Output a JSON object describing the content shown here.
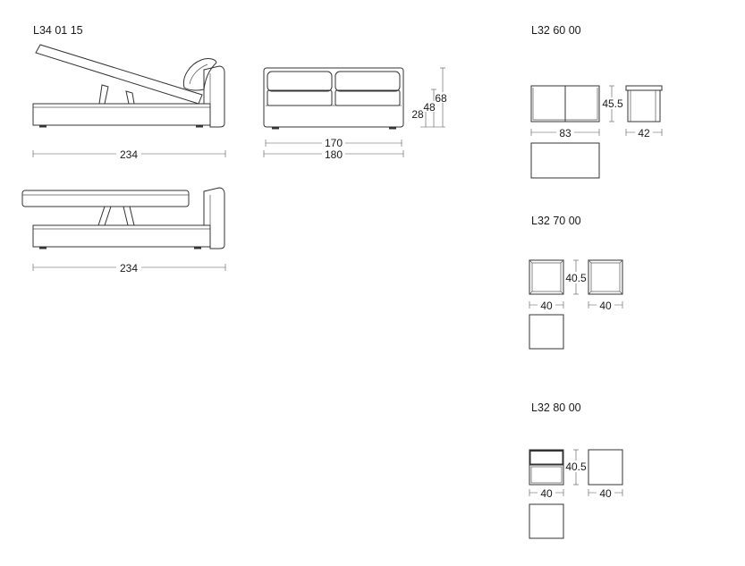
{
  "products": [
    {
      "code": "L34 01 15",
      "dims": {
        "bed_len_a": "234",
        "bed_len_b": "234",
        "inner_w": "170",
        "outer_w": "180",
        "seat_h": "28",
        "mid_h": "48",
        "back_h": "68"
      }
    },
    {
      "code": "L32 60 00",
      "dims": {
        "height": "45.5",
        "width": "83",
        "depth": "42"
      }
    },
    {
      "code": "L32 70 00",
      "dims": {
        "height": "40.5",
        "width": "40",
        "depth": "40"
      }
    },
    {
      "code": "L32 80 00",
      "dims": {
        "height": "40.5",
        "width": "40",
        "depth": "40"
      }
    }
  ]
}
